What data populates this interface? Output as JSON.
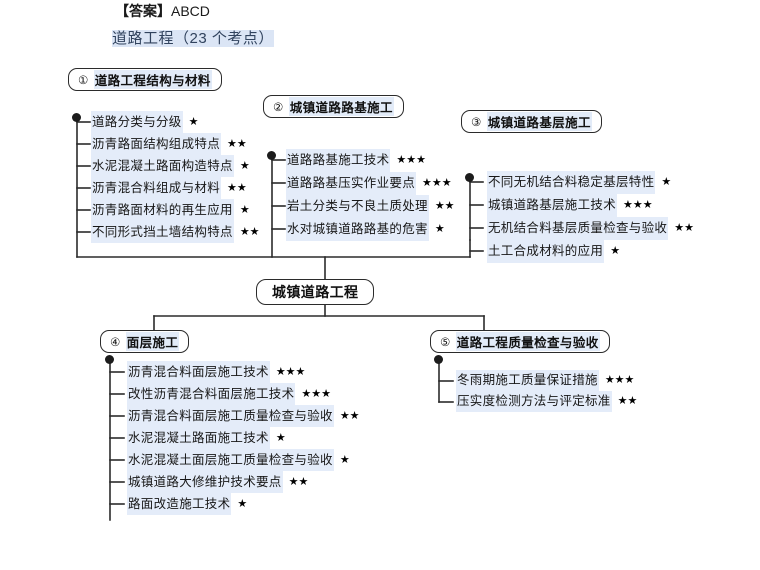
{
  "header": {
    "answer_label": "【答案】",
    "answer_value": "ABCD",
    "subtitle": "道路工程（23 个考点）"
  },
  "center_node": {
    "label": "城镇道路工程"
  },
  "branches": [
    {
      "id": "branch-1",
      "number": "①",
      "label": "道路工程结构与材料",
      "items": [
        {
          "text": "道路分类与分级",
          "stars": "★"
        },
        {
          "text": "沥青路面结构组成特点",
          "stars": "★★"
        },
        {
          "text": "水泥混凝土路面构造特点",
          "stars": "★"
        },
        {
          "text": "沥青混合料组成与材料",
          "stars": "★★"
        },
        {
          "text": "沥青路面材料的再生应用",
          "stars": "★"
        },
        {
          "text": "不同形式挡土墙结构特点",
          "stars": "★★"
        }
      ]
    },
    {
      "id": "branch-2",
      "number": "②",
      "label": "城镇道路路基施工",
      "items": [
        {
          "text": "道路路基施工技术",
          "stars": "★★★"
        },
        {
          "text": "道路路基压实作业要点",
          "stars": "★★★"
        },
        {
          "text": "岩土分类与不良土质处理",
          "stars": "★★"
        },
        {
          "text": "水对城镇道路路基的危害",
          "stars": "★"
        }
      ]
    },
    {
      "id": "branch-3",
      "number": "③",
      "label": "城镇道路基层施工",
      "items": [
        {
          "text": "不同无机结合料稳定基层特性",
          "stars": "★"
        },
        {
          "text": "城镇道路基层施工技术",
          "stars": "★★★"
        },
        {
          "text": "无机结合料基层质量检查与验收",
          "stars": "★★"
        },
        {
          "text": "土工合成材料的应用",
          "stars": "★"
        }
      ]
    },
    {
      "id": "branch-4",
      "number": "④",
      "label": "面层施工",
      "items": [
        {
          "text": "沥青混合料面层施工技术",
          "stars": "★★★"
        },
        {
          "text": "改性沥青混合料面层施工技术",
          "stars": "★★★"
        },
        {
          "text": "沥青混合料面层施工质量检查与验收",
          "stars": "★★"
        },
        {
          "text": "水泥混凝土路面施工技术",
          "stars": "★"
        },
        {
          "text": "水泥混凝土面层施工质量检查与验收",
          "stars": "★"
        },
        {
          "text": "城镇道路大修维护技术要点",
          "stars": "★★"
        },
        {
          "text": "路面改造施工技术",
          "stars": "★"
        }
      ]
    },
    {
      "id": "branch-5",
      "number": "⑤",
      "label": "道路工程质量检查与验收",
      "items": [
        {
          "text": "冬雨期施工质量保证措施",
          "stars": "★★★"
        },
        {
          "text": "压实度检测方法与评定标准",
          "stars": "★★"
        }
      ]
    }
  ],
  "colors": {
    "line": "#2b2b2b",
    "highlight": "#e4ecf9",
    "subtitle": "#31435e",
    "text": "#171717"
  }
}
